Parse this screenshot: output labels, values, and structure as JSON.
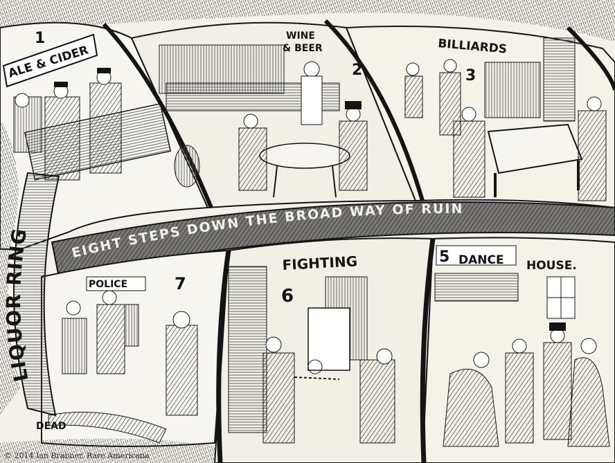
{
  "panels": {
    "p1": {
      "number": "1",
      "title": "ALE & CIDER"
    },
    "p2": {
      "number": "2",
      "title_line1": "WINE",
      "title_line2": "& BEER"
    },
    "p3": {
      "number": "3",
      "title": "BILLIARDS"
    },
    "p4": {
      "number": "7",
      "title": "POLICE",
      "caption": "DEAD"
    },
    "p5": {
      "number": "6",
      "title": "FIGHTING"
    },
    "p6": {
      "number": "5",
      "title_a": "DANCE",
      "title_b": "HOUSE."
    }
  },
  "banner": {
    "text": "EIGHT STEPS DOWN THE BROAD WAY OF RUIN"
  },
  "side_label": {
    "text": "LIQUOR RING"
  },
  "copyright": "© 2014 Ian Brabner, Rare Americana",
  "colors": {
    "ink": "#141414",
    "paper": "#f4f1ea",
    "hatch": "#3a3a3a"
  }
}
